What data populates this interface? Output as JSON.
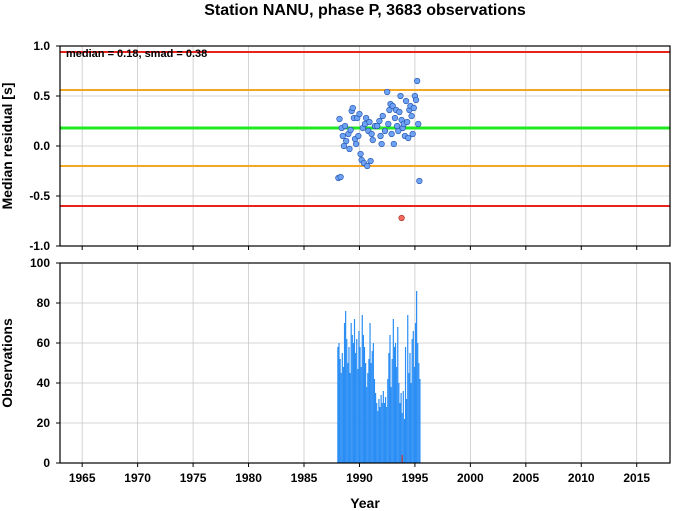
{
  "chart_data": [
    {
      "type": "scatter",
      "title": "Station NANU, phase P, 3683 observations",
      "annotation": "median = 0.18, smad = 0.38",
      "xlabel": "",
      "ylabel": "Median residual [s]",
      "xlim": [
        1963,
        2018
      ],
      "ylim": [
        -1.0,
        1.0
      ],
      "x_ticks": [
        1965,
        1970,
        1975,
        1980,
        1985,
        1990,
        1995,
        2000,
        2005,
        2010,
        2015
      ],
      "y_ticks": [
        "1.0",
        "0.5",
        "0.0",
        "-0.5",
        "-1.0"
      ],
      "y_tick_values": [
        1.0,
        0.5,
        0.0,
        -0.5,
        -1.0
      ],
      "grid": true,
      "reference_lines": [
        {
          "y": 0.94,
          "color": "#e8231b"
        },
        {
          "y": 0.56,
          "color": "#f5a623"
        },
        {
          "y": 0.18,
          "color": "#22e822"
        },
        {
          "y": -0.2,
          "color": "#f5a623"
        },
        {
          "y": -0.6,
          "color": "#e8231b"
        }
      ],
      "point_color": "#6ea2f5",
      "outlier_color": "#f06a5e",
      "points": [
        [
          1988.1,
          -0.32
        ],
        [
          1988.3,
          -0.31
        ],
        [
          1988.2,
          0.27
        ],
        [
          1988.4,
          0.18
        ],
        [
          1988.5,
          0.1
        ],
        [
          1988.6,
          0.0
        ],
        [
          1988.7,
          0.2
        ],
        [
          1988.8,
          0.05
        ],
        [
          1989.0,
          0.12
        ],
        [
          1989.1,
          -0.03
        ],
        [
          1989.2,
          0.16
        ],
        [
          1989.3,
          0.35
        ],
        [
          1989.4,
          0.38
        ],
        [
          1989.5,
          0.28
        ],
        [
          1989.6,
          0.07
        ],
        [
          1989.7,
          0.02
        ],
        [
          1989.8,
          0.28
        ],
        [
          1989.9,
          0.1
        ],
        [
          1990.0,
          0.32
        ],
        [
          1990.1,
          -0.08
        ],
        [
          1990.2,
          -0.14
        ],
        [
          1990.3,
          0.18
        ],
        [
          1990.4,
          -0.17
        ],
        [
          1990.5,
          0.22
        ],
        [
          1990.6,
          0.28
        ],
        [
          1990.7,
          -0.2
        ],
        [
          1990.8,
          0.15
        ],
        [
          1990.9,
          0.24
        ],
        [
          1991.0,
          -0.15
        ],
        [
          1991.1,
          0.12
        ],
        [
          1991.2,
          0.06
        ],
        [
          1991.4,
          0.2
        ],
        [
          1991.6,
          0.2
        ],
        [
          1991.8,
          0.25
        ],
        [
          1991.9,
          0.1
        ],
        [
          1992.0,
          0.02
        ],
        [
          1992.1,
          0.3
        ],
        [
          1992.3,
          0.15
        ],
        [
          1992.5,
          0.54
        ],
        [
          1992.6,
          0.22
        ],
        [
          1992.7,
          0.36
        ],
        [
          1992.8,
          0.42
        ],
        [
          1992.9,
          0.12
        ],
        [
          1993.0,
          0.4
        ],
        [
          1993.1,
          0.02
        ],
        [
          1993.2,
          0.28
        ],
        [
          1993.3,
          0.36
        ],
        [
          1993.4,
          0.2
        ],
        [
          1993.5,
          0.15
        ],
        [
          1993.6,
          0.34
        ],
        [
          1993.7,
          0.5
        ],
        [
          1993.8,
          0.26
        ],
        [
          1993.9,
          0.18
        ],
        [
          1994.0,
          0.22
        ],
        [
          1994.1,
          0.1
        ],
        [
          1994.2,
          0.45
        ],
        [
          1994.3,
          0.24
        ],
        [
          1994.4,
          0.08
        ],
        [
          1994.5,
          0.36
        ],
        [
          1994.6,
          0.4
        ],
        [
          1994.7,
          0.3
        ],
        [
          1994.8,
          0.12
        ],
        [
          1994.9,
          0.38
        ],
        [
          1995.0,
          0.5
        ],
        [
          1995.1,
          0.46
        ],
        [
          1995.2,
          0.65
        ],
        [
          1995.3,
          0.22
        ],
        [
          1995.4,
          -0.35
        ]
      ],
      "outliers": [
        [
          1993.8,
          -0.72
        ]
      ]
    },
    {
      "type": "bar",
      "xlabel": "Year",
      "ylabel": "Observations",
      "xlim": [
        1963,
        2018
      ],
      "ylim": [
        0,
        100
      ],
      "x_ticks": [
        1965,
        1970,
        1975,
        1980,
        1985,
        1990,
        1995,
        2000,
        2005,
        2010,
        2015
      ],
      "y_ticks": [
        0,
        20,
        40,
        60,
        80,
        100
      ],
      "grid": true,
      "bar_color": "#2b8ef5",
      "highlight_color": "#c0392b",
      "bars": [
        [
          1988.0,
          58
        ],
        [
          1988.1,
          60
        ],
        [
          1988.2,
          52
        ],
        [
          1988.3,
          45
        ],
        [
          1988.4,
          55
        ],
        [
          1988.5,
          48
        ],
        [
          1988.6,
          70
        ],
        [
          1988.7,
          76
        ],
        [
          1988.8,
          62
        ],
        [
          1988.9,
          50
        ],
        [
          1989.0,
          58
        ],
        [
          1989.1,
          45
        ],
        [
          1989.2,
          70
        ],
        [
          1989.3,
          64
        ],
        [
          1989.4,
          60
        ],
        [
          1989.5,
          72
        ],
        [
          1989.6,
          55
        ],
        [
          1989.7,
          62
        ],
        [
          1989.8,
          47
        ],
        [
          1989.9,
          66
        ],
        [
          1990.0,
          58
        ],
        [
          1990.1,
          48
        ],
        [
          1990.2,
          74
        ],
        [
          1990.3,
          64
        ],
        [
          1990.4,
          58
        ],
        [
          1990.5,
          50
        ],
        [
          1990.6,
          38
        ],
        [
          1990.7,
          45
        ],
        [
          1990.8,
          52
        ],
        [
          1990.9,
          70
        ],
        [
          1991.0,
          50
        ],
        [
          1991.1,
          56
        ],
        [
          1991.2,
          60
        ],
        [
          1991.3,
          42
        ],
        [
          1991.4,
          35
        ],
        [
          1991.5,
          30
        ],
        [
          1991.6,
          26
        ],
        [
          1991.7,
          32
        ],
        [
          1991.8,
          28
        ],
        [
          1991.9,
          34
        ],
        [
          1992.0,
          30
        ],
        [
          1992.1,
          36
        ],
        [
          1992.2,
          30
        ],
        [
          1992.3,
          33
        ],
        [
          1992.4,
          28
        ],
        [
          1992.5,
          42
        ],
        [
          1992.6,
          55
        ],
        [
          1992.7,
          64
        ],
        [
          1992.8,
          38
        ],
        [
          1992.9,
          52
        ],
        [
          1993.0,
          72
        ],
        [
          1993.1,
          58
        ],
        [
          1993.2,
          60
        ],
        [
          1993.3,
          48
        ],
        [
          1993.4,
          68
        ],
        [
          1993.5,
          40
        ],
        [
          1993.6,
          30
        ],
        [
          1993.7,
          35
        ],
        [
          1993.8,
          25
        ],
        [
          1993.9,
          36
        ],
        [
          1994.0,
          22
        ],
        [
          1994.1,
          58
        ],
        [
          1994.2,
          32
        ],
        [
          1994.3,
          74
        ],
        [
          1994.4,
          45
        ],
        [
          1994.5,
          55
        ],
        [
          1994.6,
          40
        ],
        [
          1994.7,
          62
        ],
        [
          1994.8,
          66
        ],
        [
          1994.9,
          48
        ],
        [
          1995.0,
          70
        ],
        [
          1995.1,
          86
        ],
        [
          1995.2,
          60
        ],
        [
          1995.3,
          50
        ],
        [
          1995.4,
          42
        ]
      ],
      "highlight_bar": [
        1993.8,
        4
      ]
    }
  ]
}
